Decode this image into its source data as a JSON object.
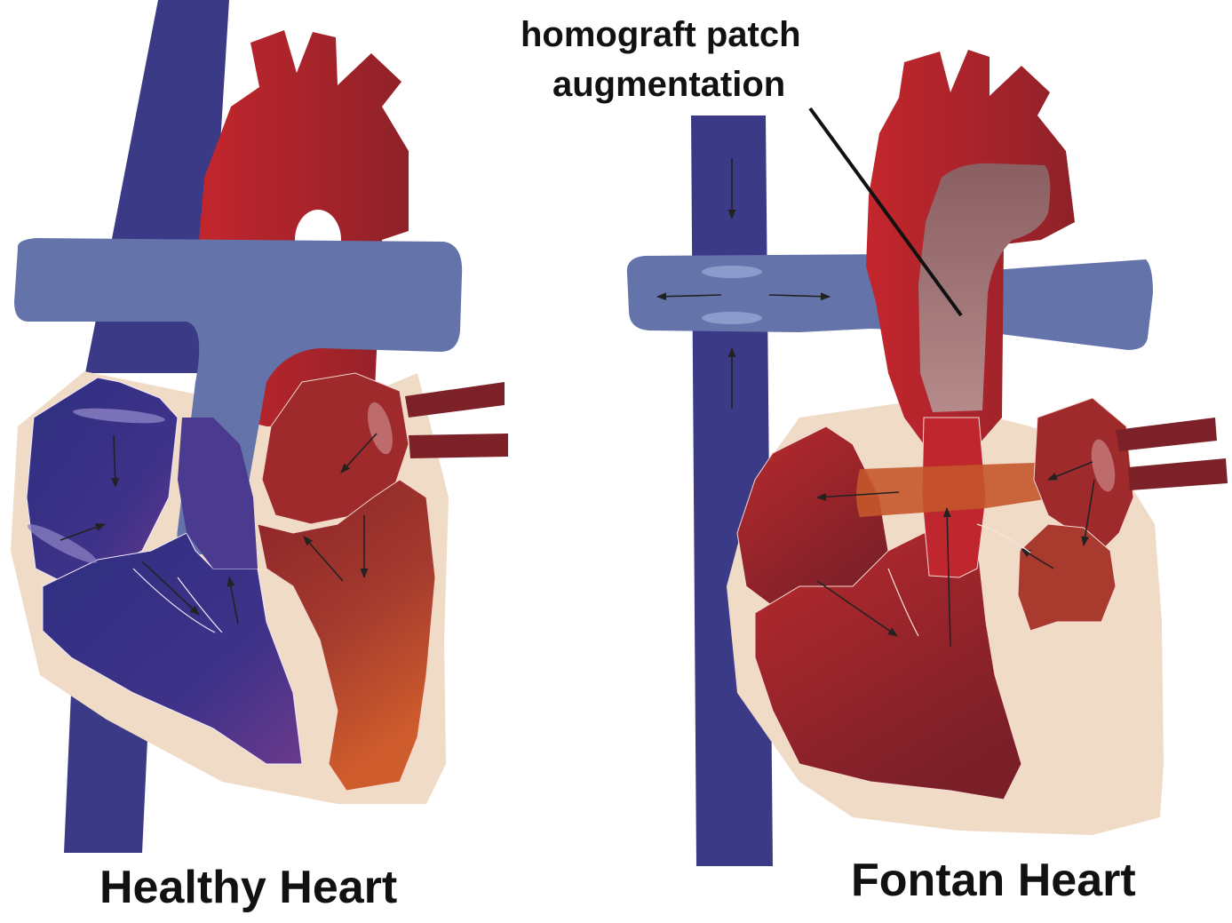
{
  "labels": {
    "healthy": "Healthy Heart",
    "fontan": "Fontan Heart",
    "annotation_line1": "homograft patch",
    "annotation_line2": "augmentation"
  },
  "colors": {
    "deoxygenated": "#3a3a86",
    "deoxygenated_deep": "#2e2b80",
    "pulmonary_artery": "#6474ab",
    "pulmonary_light": "#8c9bcc",
    "aorta": "#c1272d",
    "oxygenated": "#9e2a2b",
    "oxygenated_dark": "#7d2128",
    "pericardium": "#f0dcc6",
    "homograft": "#9a6c6c",
    "shunt": "#c4562b",
    "purple": "#6a3a8c",
    "orange": "#c85a2c",
    "arrow": "#222222"
  }
}
